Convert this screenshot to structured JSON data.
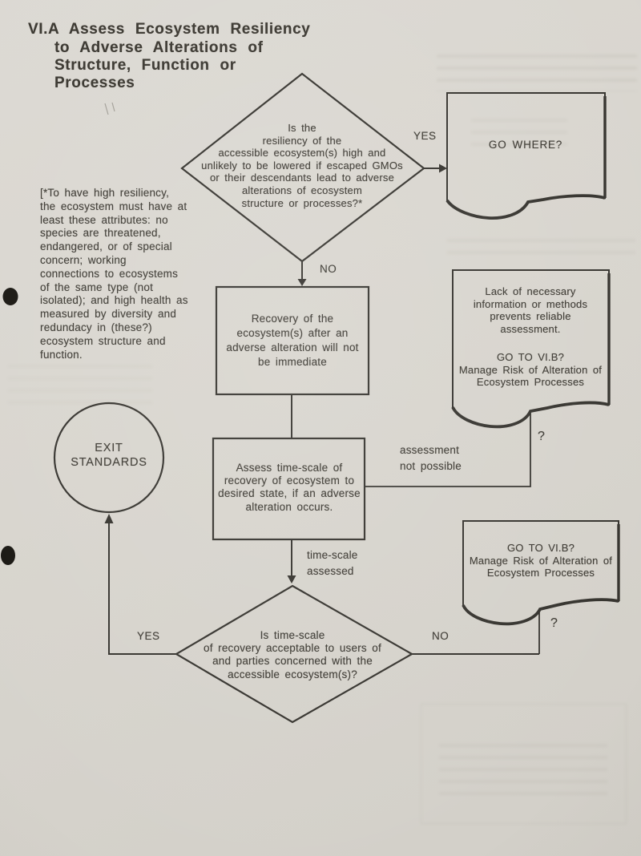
{
  "palette": {
    "paper": "#d8d5ce",
    "ink": "#35332e",
    "text": "#3e3b34",
    "hole_punch": "#181611"
  },
  "title": {
    "line1": "VI.A Assess Ecosystem Resiliency",
    "line2": "to Adverse Alterations of",
    "line3": "Structure, Function or",
    "line4": "Processes"
  },
  "footnote": "[*To have high resiliency,\nthe ecosystem must have at\nleast these attributes: no\nspecies are threatened,\nendangered, or of special\nconcern; working\nconnections to ecosystems\nof the same type (not\nisolated); and high health as\nmeasured by diversity and\nredundacy in (these?)\necosystem structure and\nfunction.",
  "flowchart": {
    "decision_resiliency": {
      "question": "Is the\nresiliency of the\naccessible ecosystem(s) high and\nunlikely to be lowered if escaped GMOs\nor their descendants lead to adverse\nalterations of ecosystem\nstructure or processes?*",
      "yes_label": "YES",
      "no_label": "NO"
    },
    "go_where": {
      "label": "GO WHERE?"
    },
    "recovery": {
      "text": "Recovery of the\necosystem(s) after an\nadverse alteration will not\nbe immediate"
    },
    "lack_info": {
      "text": "Lack of necessary\ninformation or methods\nprevents reliable\nassessment.",
      "goto_text": "GO TO VI.B?\nManage Risk of Alteration of\nEcosystem Processes",
      "connector_label": "?"
    },
    "assessment_not_possible_label": "assessment\nnot possible",
    "assess_timescale": {
      "text": "Assess time-scale of\nrecovery of ecosystem to\ndesired state, if an adverse\nalteration occurs."
    },
    "timescale_assessed_label": "time-scale\nassessed",
    "decision_timescale": {
      "question": "Is time-scale\nof recovery acceptable to users of\nand parties concerned with the\naccessible ecosystem(s)?",
      "yes_label": "YES",
      "no_label": "NO"
    },
    "exit_standards": {
      "label": "EXIT\nSTANDARDS"
    },
    "goto_vib": {
      "text": "GO TO VI.B?\nManage Risk of Alteration of\nEcosystem Processes",
      "connector_label": "?"
    }
  }
}
